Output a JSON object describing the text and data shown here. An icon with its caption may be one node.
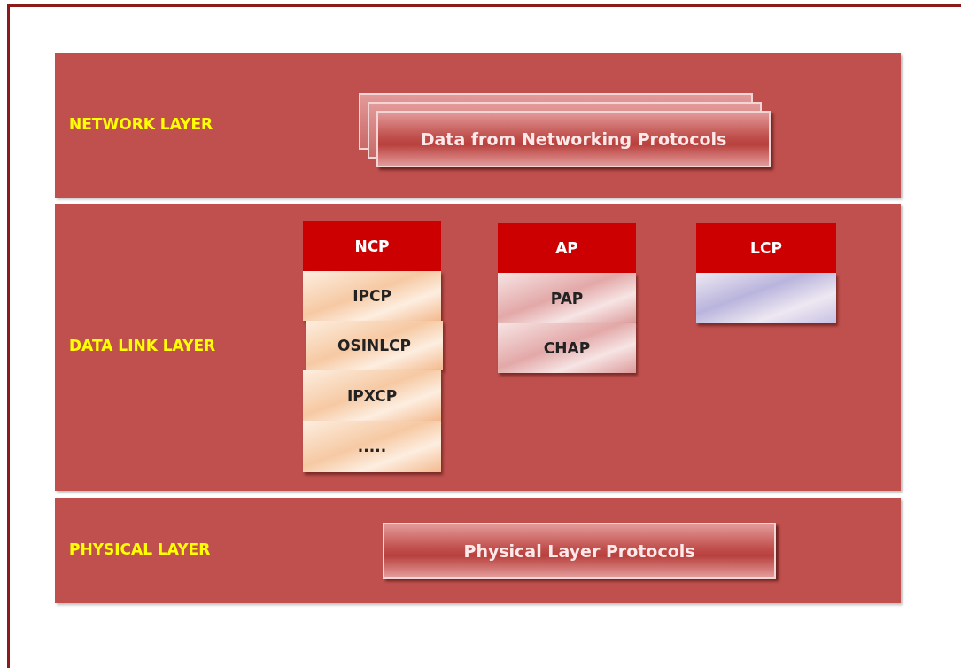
{
  "diagram": {
    "nodes": [
      {
        "text": [
          "NETWORK LAYER"
        ]
      },
      {
        "text": [
          "Data from Networking Protocols"
        ],
        "in": 0
      },
      {
        "text": [
          "DATA LINK LAYER"
        ]
      },
      {
        "text": [
          "NCP"
        ],
        "in": 2
      },
      {
        "text": [
          "IPCP"
        ],
        "in": 2
      },
      {
        "text": [
          "OSINLCP"
        ],
        "in": 2
      },
      {
        "text": [
          "IPXCP"
        ],
        "in": 2
      },
      {
        "text": [
          "....."
        ],
        "in": 2
      },
      {
        "text": [
          "AP"
        ],
        "in": 2
      },
      {
        "text": [
          "PAP"
        ],
        "in": 2
      },
      {
        "text": [
          "CHAP"
        ],
        "in": 2
      },
      {
        "text": [
          "LCP"
        ],
        "in": 2
      },
      {
        "text": [],
        "shape": "box",
        "in": 2
      },
      {
        "text": [
          "PHYSICAL LAYER"
        ]
      },
      {
        "text": [
          "Physical Layer Protocols"
        ],
        "in": 13
      }
    ]
  }
}
